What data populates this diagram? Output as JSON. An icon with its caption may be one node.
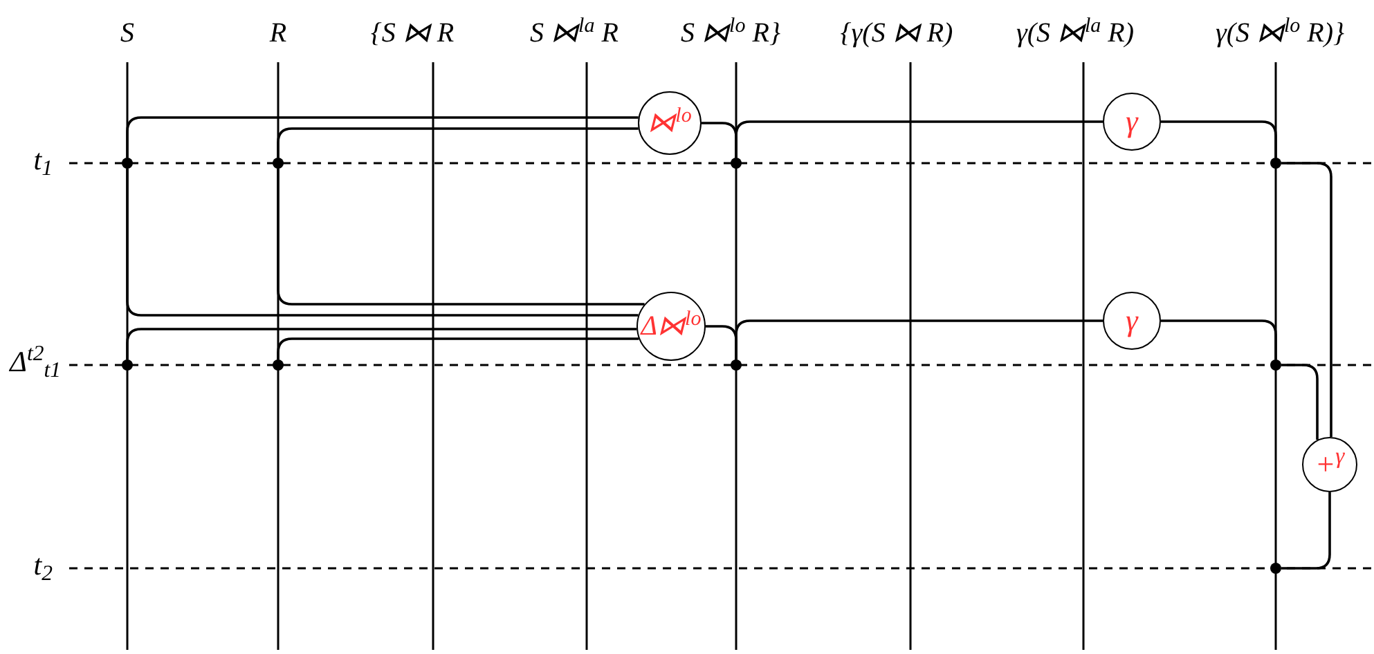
{
  "diagram": {
    "nodes": [
      {
        "text": [
          "⋈$^{lo}$"
        ]
      },
      {
        "text": [
          "γ"
        ]
      },
      {
        "text": [],
        "shape": "circle"
      },
      {
        "text": [],
        "shape": "circle"
      },
      {
        "text": [],
        "shape": "circle"
      },
      {
        "text": [],
        "shape": "circle"
      },
      {
        "text": [
          "Δ⋈$^{lo}$"
        ]
      },
      {
        "text": [
          "γ"
        ]
      },
      {
        "text": [],
        "shape": "circle"
      },
      {
        "text": [],
        "shape": "circle"
      },
      {
        "text": [],
        "shape": "circle"
      },
      {
        "text": [],
        "shape": "circle"
      },
      {
        "text": [
          "+$^{γ}$"
        ]
      },
      {
        "text": [],
        "shape": "circle"
      }
    ],
    "edges": [
      {
        "from": 2,
        "to": 0,
        "arrow": "none"
      },
      {
        "from": 3,
        "to": 0,
        "arrow": "none"
      },
      {
        "from": 0,
        "to": 4,
        "arrow": "none"
      },
      {
        "from": 2,
        "to": 6,
        "arrow": "none"
      },
      {
        "from": 3,
        "to": 6,
        "arrow": "none"
      },
      {
        "from": 8,
        "to": 6,
        "arrow": "none"
      },
      {
        "from": 9,
        "to": 6,
        "arrow": "none"
      },
      {
        "from": 6,
        "to": 10,
        "arrow": "none"
      },
      {
        "from": 4,
        "to": 1,
        "arrow": "none"
      },
      {
        "from": 1,
        "to": 5,
        "arrow": "none"
      },
      {
        "from": 10,
        "to": 7,
        "arrow": "none"
      },
      {
        "from": 7,
        "to": 11,
        "arrow": "none"
      },
      {
        "from": 5,
        "to": 12,
        "arrow": "none"
      },
      {
        "from": 11,
        "to": 12,
        "arrow": "none"
      },
      {
        "from": 12,
        "to": 13,
        "arrow": "none"
      }
    ],
    "labels": [
      "S",
      "R",
      "{S ⋈ R",
      "S ⋈$^{la}$ R",
      "S ⋈$^{lo}$ R}",
      "{γ(S ⋈ R)",
      "γ(S ⋈$^{la}$ R)",
      "γ(S ⋈$^{lo}$ R)}",
      "t$_{1}$",
      "Δ$^{t2}$$_{t1}$",
      "t$_{2}$"
    ]
  }
}
